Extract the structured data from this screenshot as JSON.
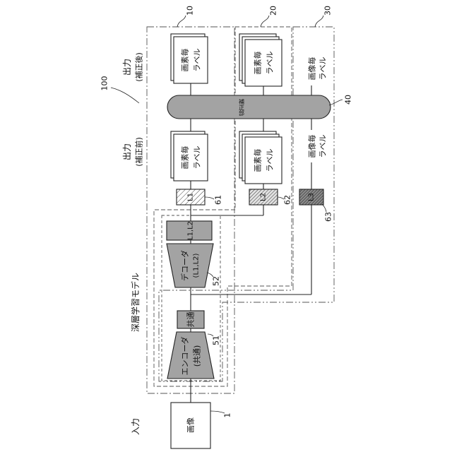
{
  "figure": {
    "ref": "100"
  },
  "refs": {
    "model_1": "10",
    "model_2": "20",
    "model_3": "30",
    "corrector": "40",
    "encoder": "51",
    "decoder": "52",
    "loss_1": "61",
    "loss_2": "62",
    "loss_3": "63",
    "input": "1"
  },
  "side_labels": {
    "output_corrected": [
      "出力",
      "(補正後)"
    ],
    "output_raw": [
      "出力",
      "(補正前)"
    ],
    "model": "深層学習モデル",
    "input": "入力"
  },
  "pixel_label": [
    "画素毎",
    "ラベル"
  ],
  "image_label": [
    "画像毎",
    "ラベル"
  ],
  "corrector_label": "補正部",
  "losses": {
    "l1": "L1",
    "l2": "L2",
    "l3": "L3",
    "l1_l2": "L1,L2"
  },
  "decoder_label": [
    "デコーダ",
    "(L1,L2)"
  ],
  "common_label": "共通",
  "encoder_label": [
    "エンコーダ",
    "(共通)"
  ],
  "input_label": "画像",
  "colors": {
    "block_fill": "#a3a3a3",
    "line": "#222222"
  }
}
